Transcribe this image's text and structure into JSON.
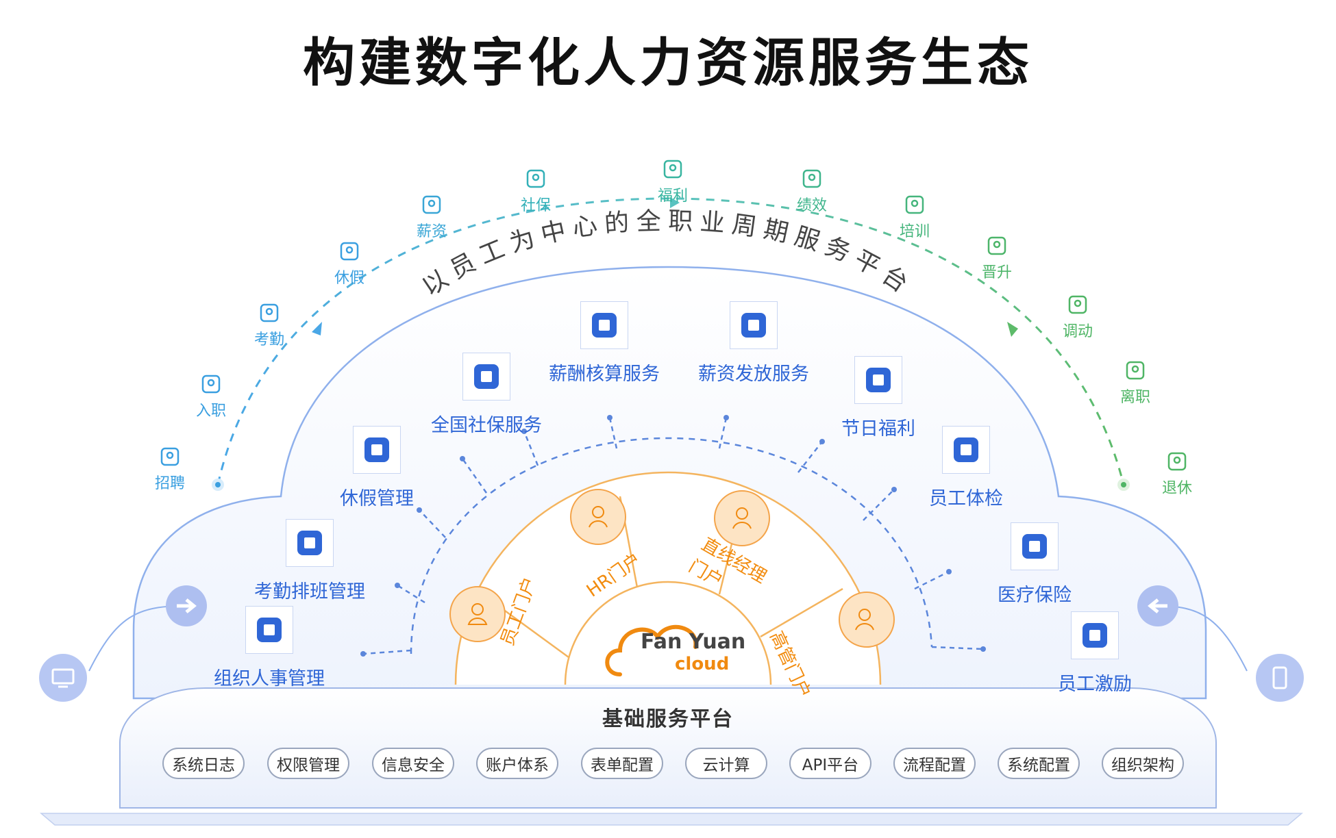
{
  "title": "构建数字化人力资源服务生态",
  "arc_text": "以员工为中心的全职业周期服务平台",
  "lifecycle": [
    {
      "label": "招聘",
      "icon": "recruit-icon",
      "color": "#3a9fe0"
    },
    {
      "label": "入职",
      "icon": "briefcase-icon",
      "color": "#3a9fe0"
    },
    {
      "label": "考勤",
      "icon": "hand-tap-icon",
      "color": "#3a9fe0"
    },
    {
      "label": "休假",
      "icon": "airplane-icon",
      "color": "#3a9fe0"
    },
    {
      "label": "薪资",
      "icon": "salary-doc-icon",
      "color": "#3aa6d6"
    },
    {
      "label": "社保",
      "icon": "shield-check-icon",
      "color": "#33b0b8"
    },
    {
      "label": "福利",
      "icon": "gift-icon",
      "color": "#38b5a0"
    },
    {
      "label": "绩效",
      "icon": "chart-icon",
      "color": "#3fb58c"
    },
    {
      "label": "培训",
      "icon": "book-icon",
      "color": "#45b57c"
    },
    {
      "label": "晋升",
      "icon": "arrow-up-icon",
      "color": "#4db56a"
    },
    {
      "label": "调动",
      "icon": "person-swap-icon",
      "color": "#4fb565"
    },
    {
      "label": "离职",
      "icon": "person-leave-icon",
      "color": "#4fb565"
    },
    {
      "label": "退休",
      "icon": "coffee-icon",
      "color": "#4fb565"
    }
  ],
  "services": [
    {
      "label": "组织人事管理",
      "icon": "org-chart-icon"
    },
    {
      "label": "考勤排班管理",
      "icon": "calendar-icon"
    },
    {
      "label": "休假管理",
      "icon": "airplane-icon"
    },
    {
      "label": "全国社保服务",
      "icon": "shield-bao-icon"
    },
    {
      "label": "薪酬核算服务",
      "icon": "calculator-icon"
    },
    {
      "label": "薪资发放服务",
      "icon": "ticket-yen-icon"
    },
    {
      "label": "节日福利",
      "icon": "gift-icon"
    },
    {
      "label": "员工体检",
      "icon": "medical-plus-icon"
    },
    {
      "label": "医疗保险",
      "icon": "insurance-card-icon"
    },
    {
      "label": "员工激励",
      "icon": "thumbs-up-icon"
    }
  ],
  "portals": [
    "员工门户",
    "HR门户",
    "直线经理门户",
    "高管门户"
  ],
  "logo": {
    "line1": "Fan Yuan",
    "line2": "cloud"
  },
  "base_platform": {
    "title": "基础服务平台",
    "items": [
      "系统日志",
      "权限管理",
      "信息安全",
      "账户体系",
      "表单配置",
      "云计算",
      "API平台",
      "流程配置",
      "系统配置",
      "组织架构"
    ]
  },
  "devices": {
    "left": "desktop-icon",
    "right": "mobile-icon"
  },
  "colors": {
    "blue": "#2f66d6",
    "orange": "#f28c0f",
    "green": "#4fb565",
    "cyan": "#3a9fe0"
  }
}
